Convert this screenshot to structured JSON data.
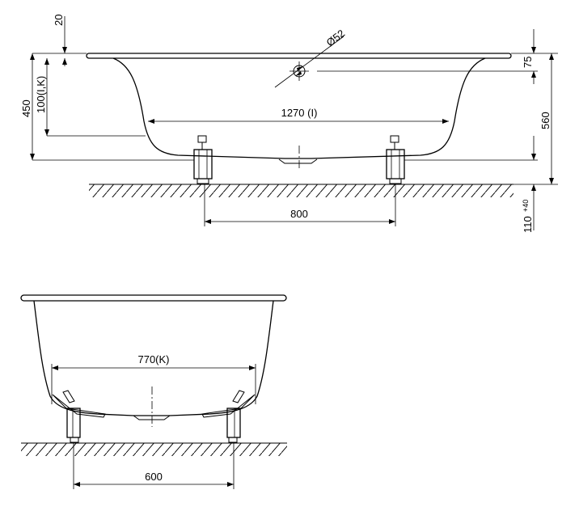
{
  "side_view": {
    "dim_rim_height": "20",
    "dim_rim_depth": "75",
    "dim_total_height": "560",
    "dim_height_450": "450",
    "dim_floor_100": "100(I,K)",
    "dim_inner_length": "1270 (I)",
    "dim_leg_spacing": "800",
    "dim_leg_height": "110",
    "dim_leg_height_tolerance": "+40",
    "dim_drain_diameter": "Ø52"
  },
  "end_view": {
    "dim_inner_width": "770(K)",
    "dim_leg_spacing": "600"
  }
}
